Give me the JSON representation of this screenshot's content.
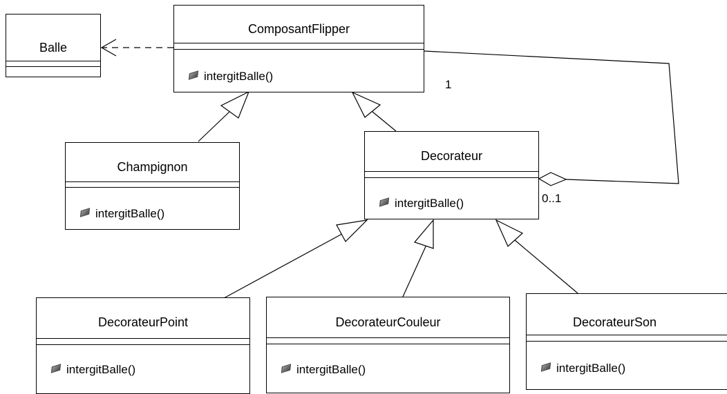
{
  "classes": {
    "balle": {
      "name": "Balle"
    },
    "composant": {
      "name": "ComposantFlipper",
      "method": "intergitBalle()"
    },
    "champignon": {
      "name": "Champignon",
      "method": "intergitBalle()"
    },
    "decorateur": {
      "name": "Decorateur",
      "method": "intergitBalle()"
    },
    "decorateur_point": {
      "name": "DecorateurPoint",
      "method": "intergitBalle()"
    },
    "decorateur_couleur": {
      "name": "DecorateurCouleur",
      "method": "intergitBalle()"
    },
    "decorateur_son": {
      "name": "DecorateurSon",
      "method": "intergitBalle()"
    }
  },
  "multiplicities": {
    "composant_end": "1",
    "decorateur_end": "0..1"
  },
  "icons": {
    "method": "operation-icon"
  }
}
